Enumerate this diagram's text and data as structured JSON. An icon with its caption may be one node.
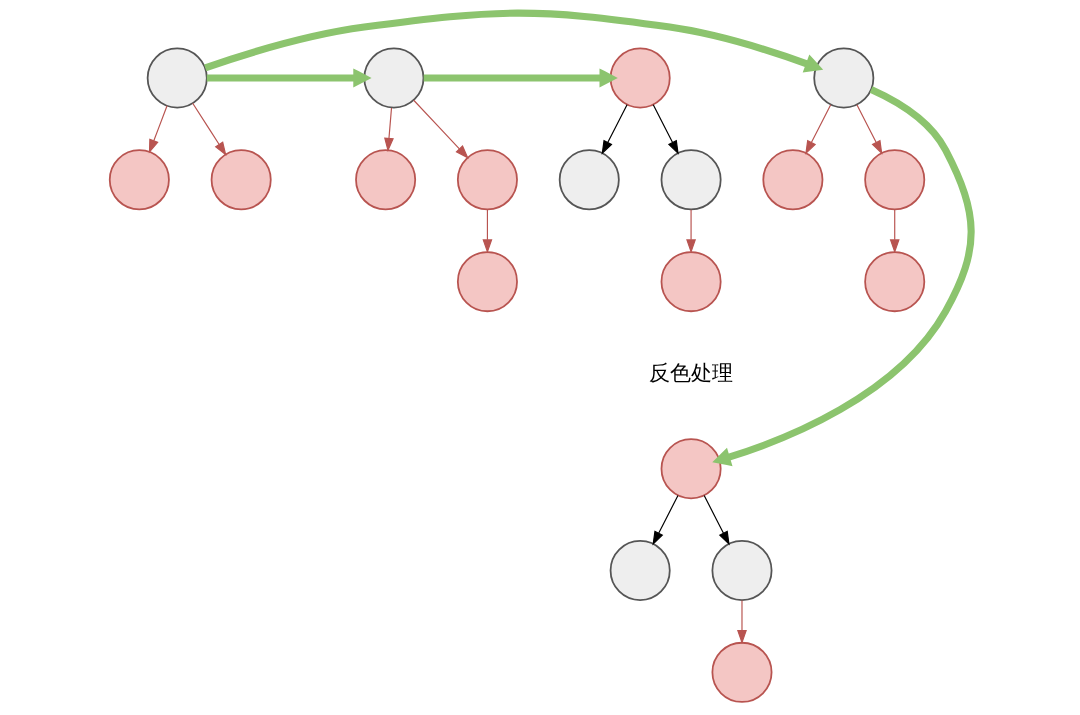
{
  "diagram": {
    "nodes": [
      {
        "text": [],
        "shape": "circle"
      },
      {
        "text": [],
        "shape": "circle"
      },
      {
        "text": [],
        "shape": "circle"
      },
      {
        "text": [],
        "shape": "circle"
      },
      {
        "text": [],
        "shape": "circle"
      },
      {
        "text": [],
        "shape": "circle"
      },
      {
        "text": [],
        "shape": "circle"
      },
      {
        "text": [],
        "shape": "circle"
      },
      {
        "text": [],
        "shape": "circle"
      },
      {
        "text": [],
        "shape": "circle"
      },
      {
        "text": [],
        "shape": "circle"
      },
      {
        "text": [],
        "shape": "circle"
      },
      {
        "text": [],
        "shape": "circle"
      },
      {
        "text": [],
        "shape": "circle"
      },
      {
        "text": [],
        "shape": "circle"
      },
      {
        "text": [],
        "shape": "circle"
      },
      {
        "text": [],
        "shape": "circle"
      },
      {
        "text": [],
        "shape": "circle"
      },
      {
        "text": [],
        "shape": "circle"
      }
    ],
    "edges": [
      {
        "from": 0,
        "to": 1,
        "arrow": "to"
      },
      {
        "from": 0,
        "to": 2,
        "arrow": "to"
      },
      {
        "from": 0,
        "to": 3,
        "arrow": "to",
        "style": "thick",
        "color": "#8cc46e"
      },
      {
        "from": 0,
        "to": 7,
        "arrow": "to",
        "style": "thick",
        "color": "#8cc46e"
      },
      {
        "from": 3,
        "to": 4,
        "arrow": "to"
      },
      {
        "from": 3,
        "to": 5,
        "arrow": "to"
      },
      {
        "from": 5,
        "to": 6,
        "arrow": "to"
      },
      {
        "from": 7,
        "to": 8,
        "arrow": "to"
      },
      {
        "from": 7,
        "to": 9,
        "arrow": "to"
      },
      {
        "from": 9,
        "to": 10,
        "arrow": "to"
      },
      {
        "from": 3,
        "to": 11,
        "arrow": "to",
        "style": "thick",
        "color": "#8cc46e"
      },
      {
        "from": 7,
        "to": 15,
        "arrow": "to",
        "style": "thick",
        "color": "#8cc46e"
      },
      {
        "from": 11,
        "to": 12,
        "arrow": "to",
        "color": "#000000"
      },
      {
        "from": 11,
        "to": 13,
        "arrow": "to",
        "color": "#000000"
      },
      {
        "from": 13,
        "to": 14,
        "arrow": "to"
      },
      {
        "from": 15,
        "to": 16,
        "arrow": "to",
        "color": "#000000"
      },
      {
        "from": 15,
        "to": 17,
        "arrow": "to",
        "color": "#000000"
      },
      {
        "from": 17,
        "to": 18,
        "arrow": "to"
      }
    ],
    "labels": [
      "反色处理"
    ]
  }
}
